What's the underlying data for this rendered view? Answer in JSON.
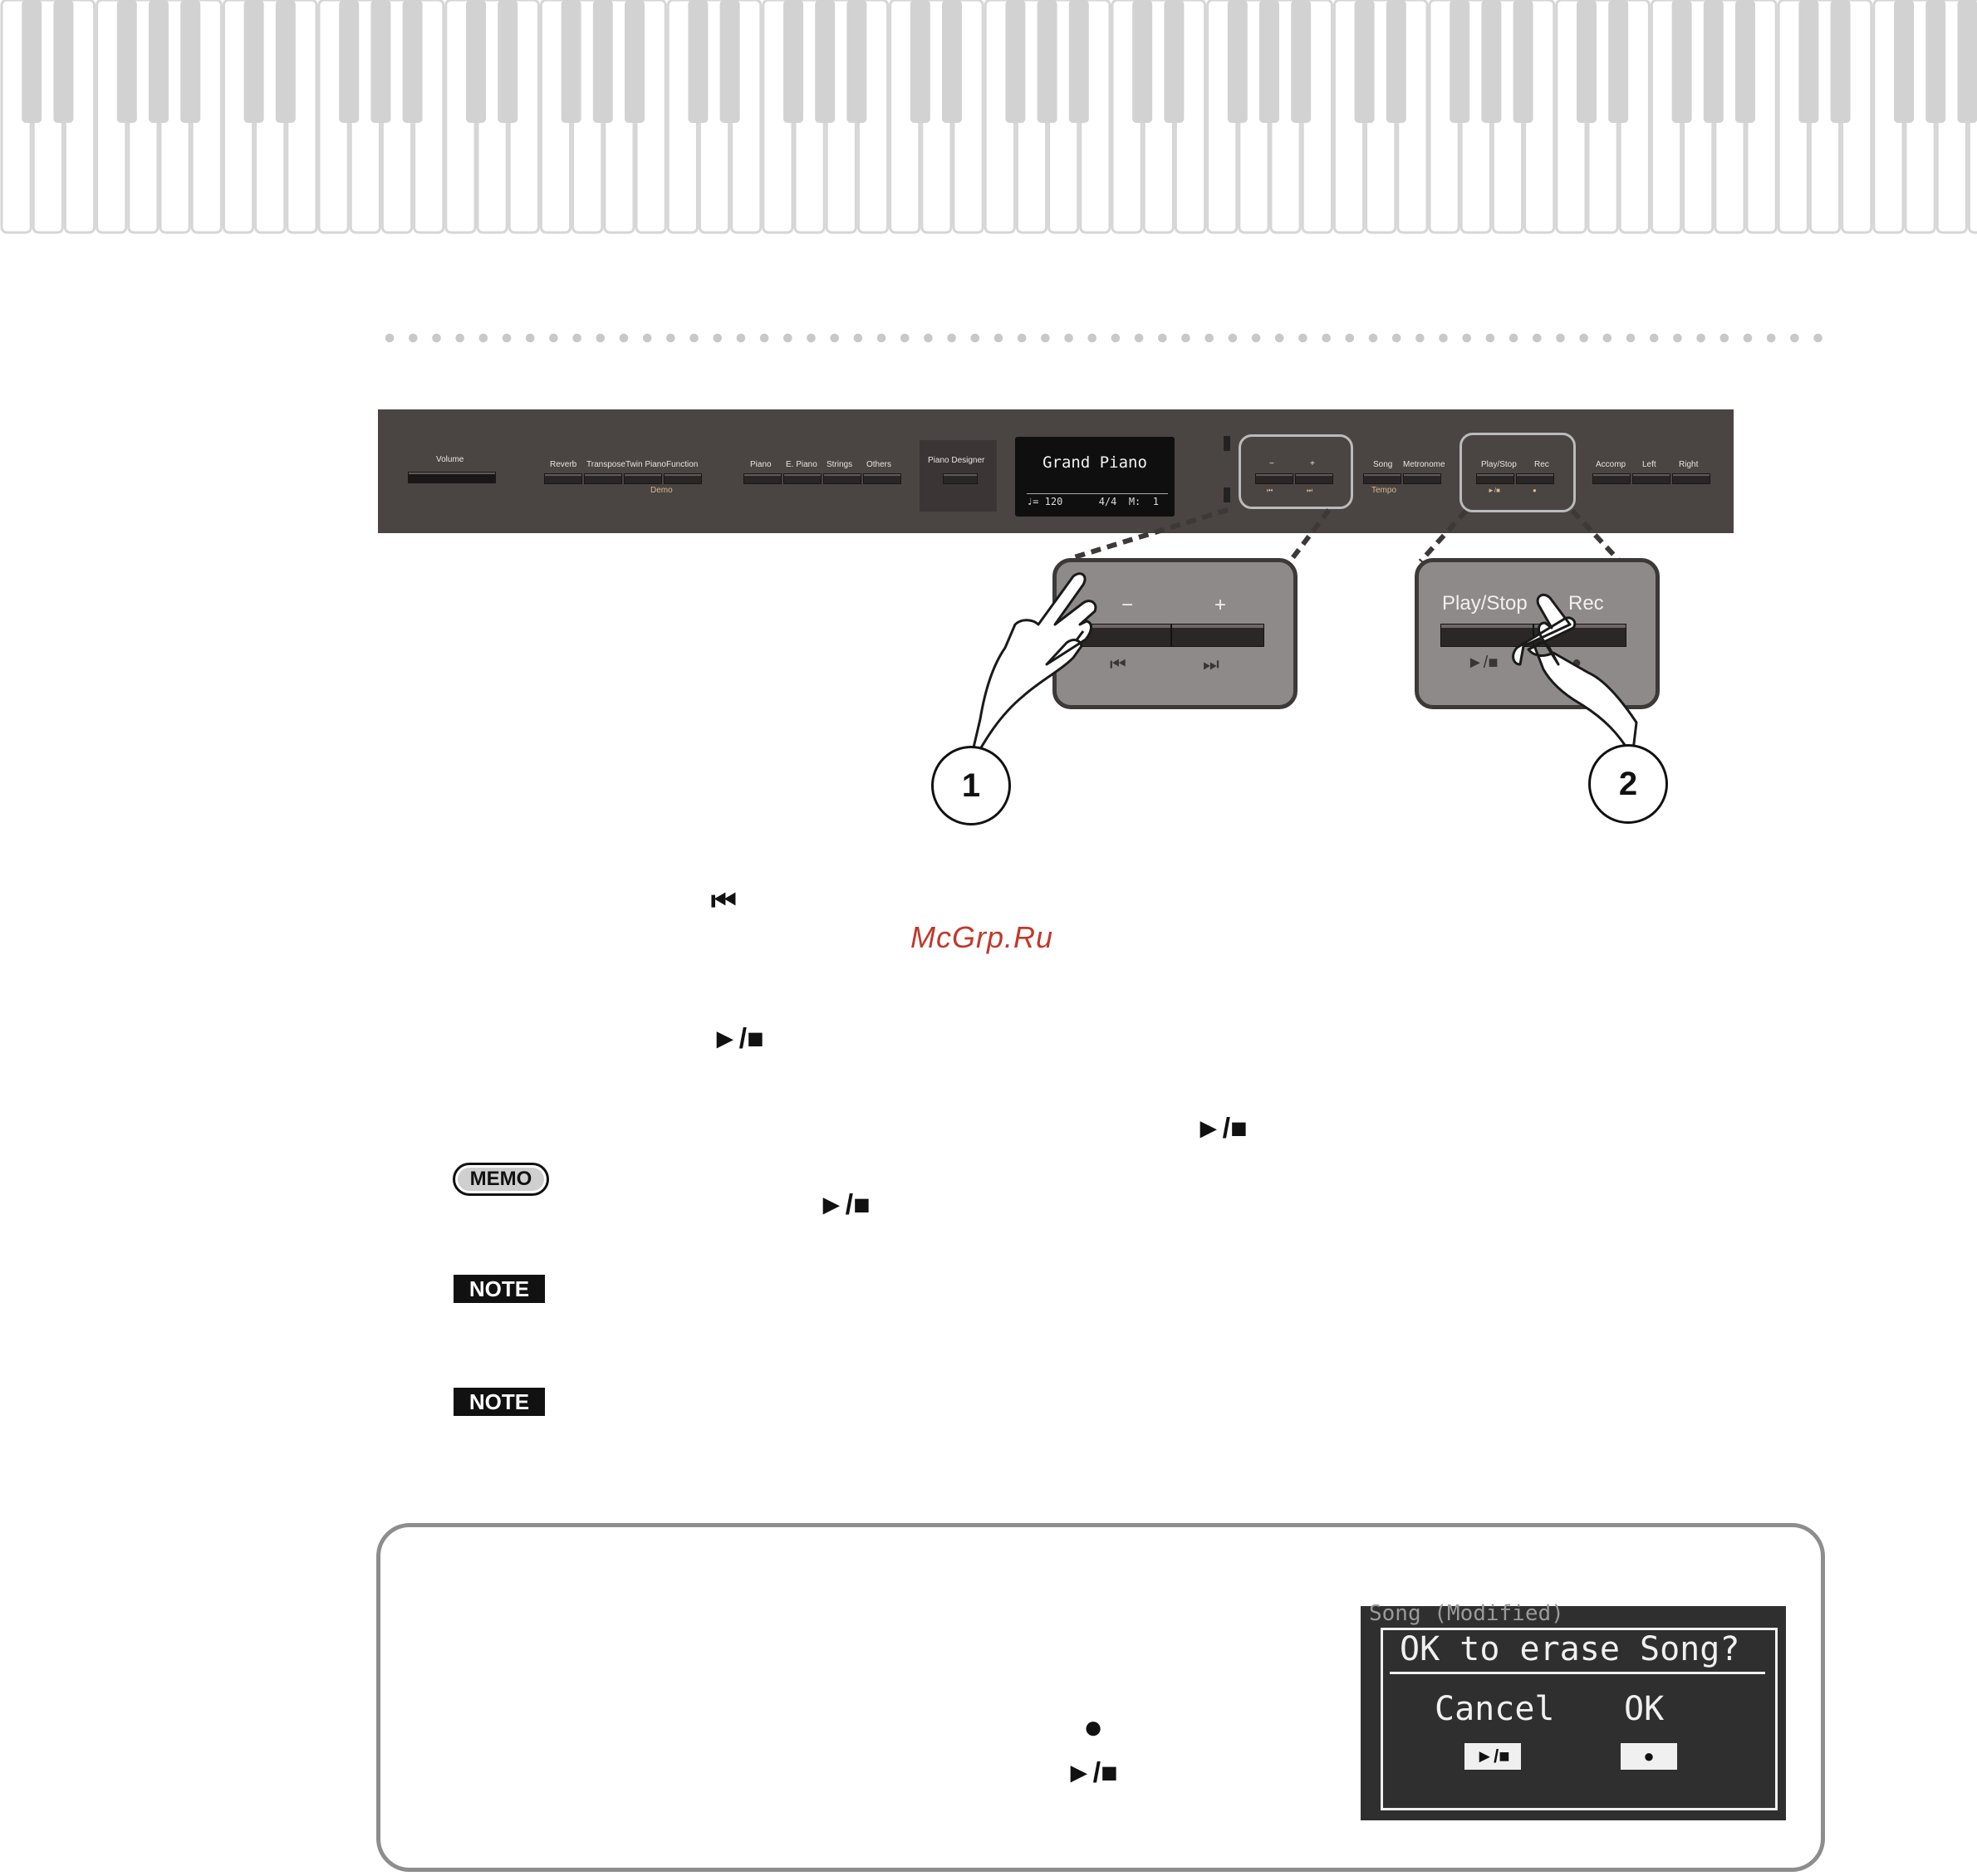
{
  "panel": {
    "volume_label": "Volume",
    "group1": [
      "Reverb",
      "Transpose",
      "Twin Piano",
      "Function"
    ],
    "group1_sub": "Demo",
    "group2": [
      "Piano",
      "E. Piano",
      "Strings",
      "Others"
    ],
    "piano_designer": "Piano Designer",
    "display_title": "Grand Piano",
    "display_status": "♩= 120      4/4  M:  1",
    "minus": "−",
    "plus": "+",
    "bwd": "⏮",
    "fwd": "⏭",
    "song": "Song",
    "metronome": "Metronome",
    "tempo": "Tempo",
    "play_stop": "Play/Stop",
    "rec": "Rec",
    "play_stop_symbol": "►/■",
    "rec_symbol": "●",
    "accomp": "Accomp",
    "left": "Left",
    "right": "Right"
  },
  "zoom1": {
    "minus": "−",
    "plus": "+",
    "bwd": "⏮",
    "fwd": "⏭"
  },
  "zoom2": {
    "play_stop": "Play/Stop",
    "rec": "Rec",
    "play_stop_symbol": "►/■",
    "rec_symbol": "●"
  },
  "steps": [
    "1",
    "2"
  ],
  "body": {
    "bwd_glyph": "⏮",
    "watermark": "McGrp.Ru",
    "play_glyph_1": "►/■",
    "play_glyph_2": "►/■",
    "play_glyph_3": "►/■",
    "memo": "MEMO",
    "note_1": "NOTE",
    "note_2": "NOTE"
  },
  "box": {
    "rec_glyph": "●",
    "play_glyph": "►/■",
    "dialog_bg_text": "Song (Modified)",
    "dialog_title": "OK to erase Song?",
    "cancel": "Cancel",
    "ok": "OK",
    "cancel_key": "►/■",
    "ok_key": "●"
  }
}
